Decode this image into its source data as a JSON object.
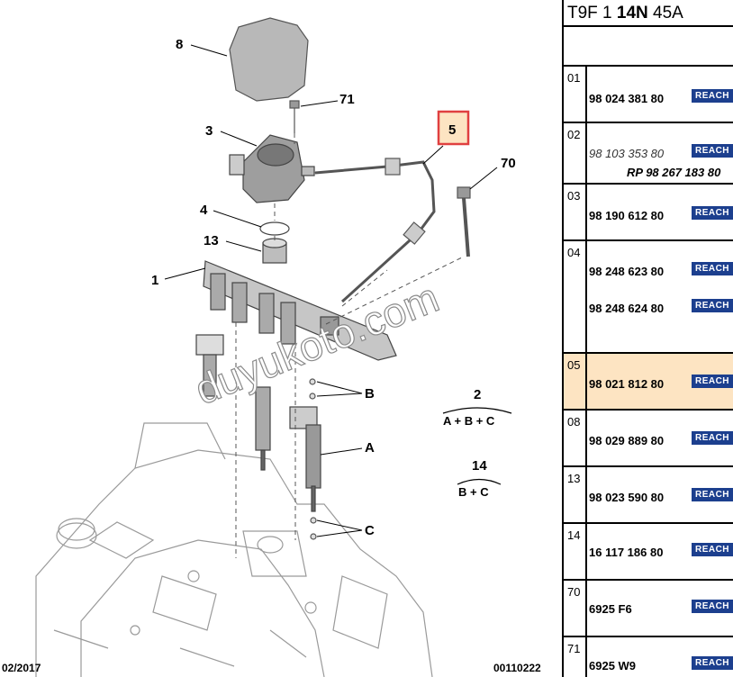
{
  "header": {
    "code_parts": [
      "T9F 1 ",
      "14N",
      " 45A"
    ]
  },
  "rows": [
    {
      "index": "01",
      "part": "98 024 381 80",
      "badge": "REACH"
    },
    {
      "index": "02",
      "part": "98 103 353 80",
      "badge": "REACH",
      "replacement": "RP 98 267 183 80"
    },
    {
      "index": "03",
      "part": "98 190 612 80",
      "badge": "REACH"
    },
    {
      "index": "04",
      "parts": [
        "98 248 623 80",
        "98 248 624 80"
      ],
      "badge": "REACH"
    },
    {
      "index": "05",
      "part": "98 021 812 80",
      "badge": "REACH",
      "highlighted": true
    },
    {
      "index": "08",
      "part": "98 029 889 80",
      "badge": "REACH"
    },
    {
      "index": "13",
      "part": "98 023 590 80",
      "badge": "REACH"
    },
    {
      "index": "14",
      "part": "16 117 186 80",
      "badge": "REACH"
    },
    {
      "index": "70",
      "part": "6925 F6",
      "badge": "REACH"
    },
    {
      "index": "71",
      "part": "6925 W9",
      "badge": "REACH"
    }
  ],
  "diagram": {
    "callouts": {
      "c8": "8",
      "c71": "71",
      "c3": "3",
      "c5": "5",
      "c70": "70",
      "c4": "4",
      "c13": "13",
      "c1": "1",
      "cB": "B",
      "cA": "A",
      "cC": "C"
    },
    "kits": {
      "kit2_num": "2",
      "kit2_formula": "A + B + C",
      "kit14_num": "14",
      "kit14_formula": "B + C"
    },
    "watermark": "duyukoto.com",
    "footer_date": "02/2017",
    "footer_ref": "00110222"
  },
  "colors": {
    "highlight_box": "#e04040",
    "highlight_fill": "#fde4c2",
    "reach_badge": "#1c3f8e"
  }
}
